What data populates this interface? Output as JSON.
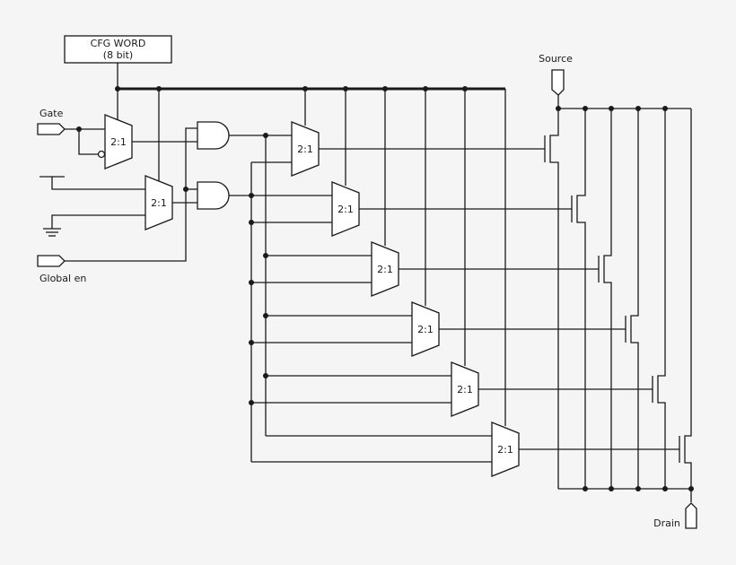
{
  "cfg_box": {
    "line1": "CFG WORD",
    "line2": "(8 bit)"
  },
  "labels": {
    "gate": "Gate",
    "global_en": "Global en",
    "source": "Source",
    "drain": "Drain"
  },
  "mux_label": "2:1"
}
